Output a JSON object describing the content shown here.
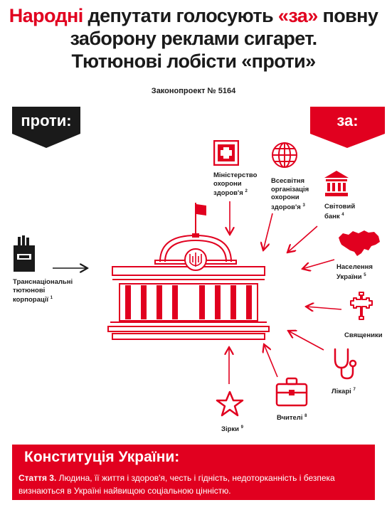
{
  "title": {
    "line1_red": "Народні",
    "line1_a": " депутати голосують ",
    "line1_red2": "«за»",
    "line1_b": " повну",
    "line2": "заборону реклами сигарет.",
    "line3": "Тютюнові лобісти «проти»"
  },
  "subtitle": "Законопроект № 5164",
  "badges": {
    "against": "проти:",
    "for": "за:"
  },
  "against": [
    {
      "label1": "Транснаціональні",
      "label2": "тютюнові",
      "label3": "корпорації",
      "ref": "1",
      "icon": "cigarette-pack-icon"
    }
  ],
  "supporters": [
    {
      "l1": "Міністерство",
      "l2": "охорони",
      "l3": "здоров'я",
      "ref": "2",
      "icon": "medical-cross-icon"
    },
    {
      "l1": "Всесвітня",
      "l2": "організація",
      "l3": "охорони",
      "l4": "здоров'я",
      "ref": "3",
      "icon": "globe-icon"
    },
    {
      "l1": "Світовий",
      "l2": "банк",
      "ref": "4",
      "icon": "bank-icon"
    },
    {
      "l1": "Населення",
      "l2": "України",
      "ref": "5",
      "icon": "ukraine-map-icon"
    },
    {
      "l1": "Священики",
      "icon": "church-cross-icon"
    },
    {
      "l1": "Лікарі",
      "ref": "7",
      "icon": "stethoscope-icon"
    },
    {
      "l1": "Вчителі",
      "ref": "8",
      "icon": "briefcase-icon"
    },
    {
      "l1": "Зірки",
      "ref": "9",
      "icon": "star-icon"
    }
  ],
  "center_icon": "parliament-building-icon",
  "constitution": {
    "title": "Конституція України:",
    "article": "Стаття 3.",
    "text": " Людина, її життя  і здоров'я, честь і гідність, недоторканність і безпека визнаються в Україні найвищою соціальною цінністю."
  },
  "colors": {
    "accent": "#e1001f",
    "dark": "#1a1a1a"
  }
}
